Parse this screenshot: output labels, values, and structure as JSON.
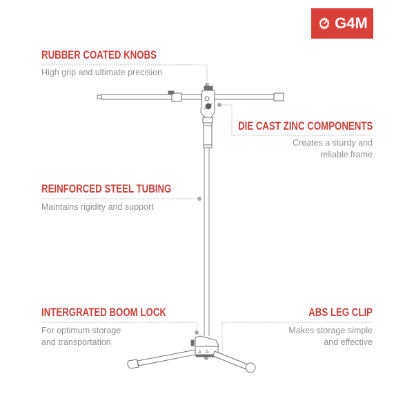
{
  "brand": {
    "logo_text": "G4M",
    "logo_icon": "gear-gauge-icon",
    "accent_color": "#d9403a"
  },
  "features": [
    {
      "id": "rubber-coated-knobs",
      "title": "RUBBER COATED KNOBS",
      "description_lines": [
        "High grip and ultimate precision"
      ]
    },
    {
      "id": "die-cast-zinc-components",
      "title": "DIE CAST ZINC COMPONENTS",
      "description_lines": [
        "Creates a sturdy and",
        "reliable frame"
      ]
    },
    {
      "id": "reinforced-steel-tubing",
      "title": "REINFORCED STEEL TUBING",
      "description_lines": [
        "Maintains rigidity and support"
      ]
    },
    {
      "id": "integrated-boom-lock",
      "title": "INTERGRATED BOOM LOCK",
      "description_lines": [
        "For optimum storage",
        "and transportation"
      ]
    },
    {
      "id": "abs-leg-clip",
      "title": "ABS LEG CLIP",
      "description_lines": [
        "Makes storage simple",
        "and effective"
      ]
    }
  ],
  "colors": {
    "title": "#c8403a",
    "description": "#8f8f8f",
    "leader_line": "#b5b5b5",
    "drawing_stroke": "#6e6e6e"
  }
}
